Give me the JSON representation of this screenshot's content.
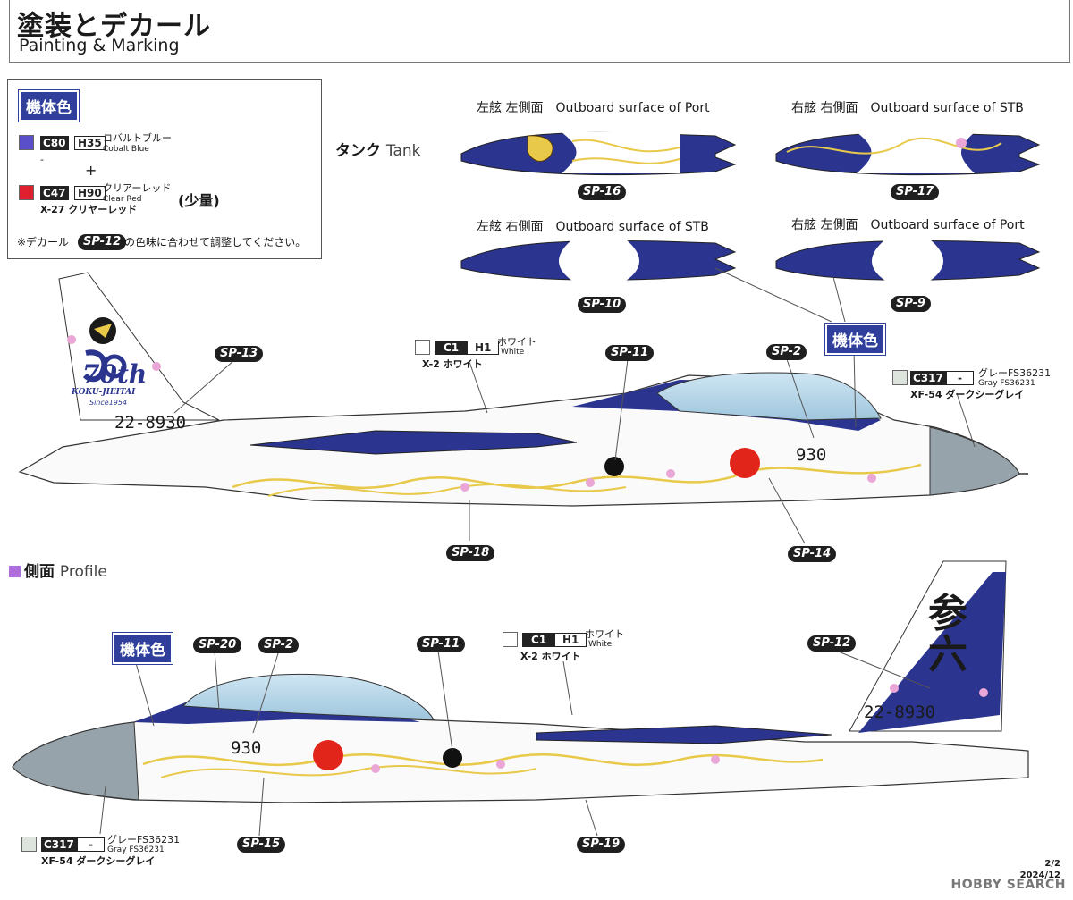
{
  "header": {
    "title_jp": "塗装とデカール",
    "title_en": "Painting & Marking"
  },
  "color_box": {
    "title": "機体色",
    "colors": [
      {
        "code": "C80",
        "h": "H35",
        "name_jp": "コバルトブルー",
        "name_en": "Cobalt Blue",
        "x": "-",
        "swatch": "#5b4fc9"
      },
      {
        "code": "C47",
        "h": "H90",
        "name_jp": "クリアーレッド",
        "name_en": "Clear Red",
        "x": "X-27 クリヤーレッド",
        "swatch": "#e0202e"
      }
    ],
    "plus": "+",
    "small_amount": "(少量)",
    "note_prefix": "※デカール",
    "note_sp": "SP-12",
    "note_suffix": "の色味に合わせて調整してください。"
  },
  "tanks": {
    "label_jp": "タンク",
    "label_en": "Tank",
    "captions": [
      "左舷 左側面　Outboard surface of Port",
      "右舷 右側面　Outboard surface of STB",
      "左舷 右側面　Outboard surface of STB",
      "右舷 左側面　Outboard surface of Port"
    ],
    "decals": [
      "SP-16",
      "SP-17",
      "SP-10",
      "SP-9"
    ]
  },
  "fuselage_color_badge": "機体色",
  "upper_aircraft": {
    "white_paint": {
      "code": "C1",
      "h": "H1",
      "name_jp": "ホワイト",
      "name_en": "White",
      "x": "X-2 ホワイト"
    },
    "gray_paint": {
      "code": "C317",
      "h": "-",
      "name_jp": "グレーFS36231",
      "name_en": "Gray FS36231",
      "x": "XF-54 ダークシーグレイ"
    },
    "serial": "22-8930",
    "nose_number": "930",
    "tail_text": [
      "70th",
      "KOKU-JIEITAI",
      "Since1954"
    ],
    "decals": [
      "SP-13",
      "SP-11",
      "SP-2",
      "SP-18",
      "SP-14"
    ]
  },
  "profile": {
    "label_jp": "側面",
    "label_en": "Profile"
  },
  "lower_aircraft": {
    "badge": "機体色",
    "white_paint": {
      "code": "C1",
      "h": "H1",
      "name_jp": "ホワイト",
      "name_en": "White",
      "x": "X-2 ホワイト"
    },
    "gray_paint": {
      "code": "C317",
      "h": "-",
      "name_jp": "グレーFS36231",
      "name_en": "Gray FS36231",
      "x": "XF-54 ダークシーグレイ"
    },
    "serial": "22-8930",
    "nose_number": "930",
    "tail_kanji": "参六",
    "decals": [
      "SP-20",
      "SP-2",
      "SP-11",
      "SP-12",
      "SP-15",
      "SP-19"
    ]
  },
  "page": {
    "number": "2/2",
    "date": "2024/12"
  },
  "watermark": "HOBBY SEARCH",
  "colors": {
    "cobalt": "#2b3590",
    "gray": "#97a3ab",
    "gold": "#e8c94a",
    "sakura": "#e9a6d6",
    "red": "#e1251b"
  }
}
